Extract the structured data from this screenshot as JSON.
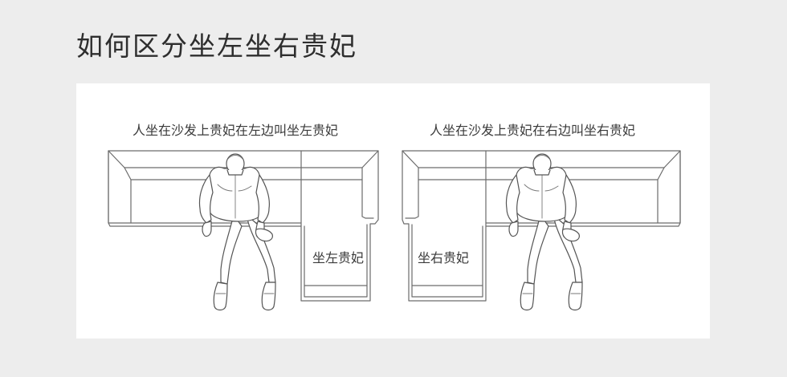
{
  "title": "如何区分坐左坐右贵妃",
  "diagram": {
    "left_sofa": {
      "caption": "人坐在沙发上贵妃在左边叫坐左贵妃",
      "chaise_label": "坐左贵妃"
    },
    "right_sofa": {
      "caption": "人坐在沙发上贵妃在右边叫坐右贵妃",
      "chaise_label": "坐右贵妃"
    }
  },
  "colors": {
    "page_background": "#ededed",
    "panel_background": "#ffffff",
    "line": "#6c6c6c",
    "text": "#3a3a3a"
  }
}
